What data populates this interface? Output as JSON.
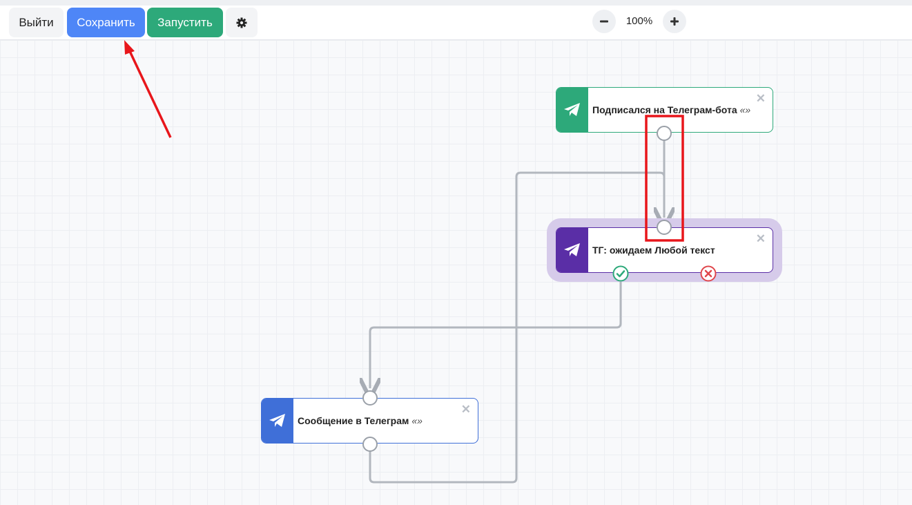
{
  "toolbar": {
    "exit_label": "Выйти",
    "save_label": "Сохранить",
    "run_label": "Запустить",
    "zoom_level": "100%"
  },
  "nodes": [
    {
      "title": "Подписался на Телеграм-бота",
      "suffix": "«»",
      "color": "#2da97a",
      "icon": "telegram-plane-icon"
    },
    {
      "title": "ТГ: ожидаем Любой текст",
      "suffix": "",
      "color": "#5a2ea6",
      "icon": "telegram-plane-icon"
    },
    {
      "title": "Сообщение в Телеграм",
      "suffix": "«»",
      "color": "#3f6fd8",
      "icon": "telegram-plane-icon"
    }
  ],
  "colors": {
    "save": "#4e86f7",
    "run": "#2da97a",
    "success": "#2da97a",
    "error": "#e0474c",
    "annotation": "#e8161b"
  }
}
